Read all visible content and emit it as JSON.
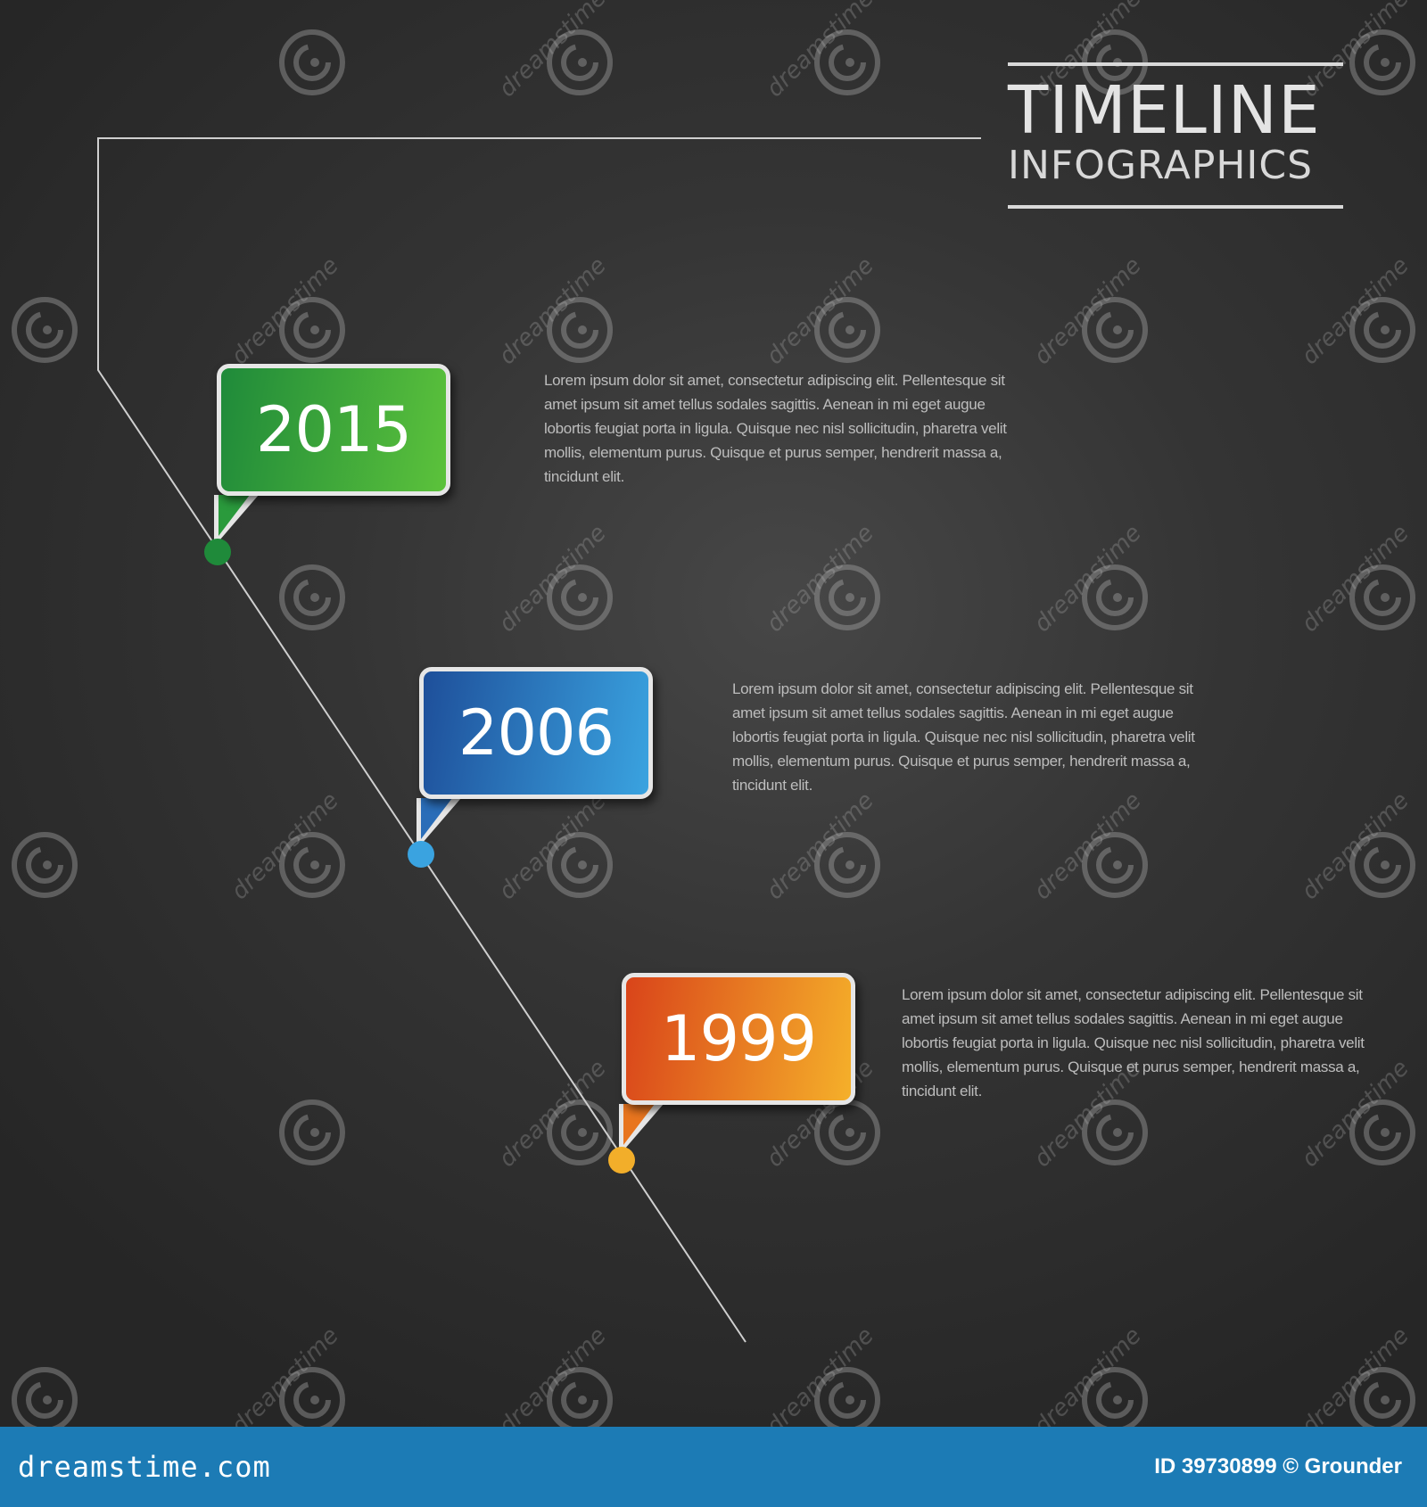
{
  "title": {
    "main": "TIMELINE",
    "sub": "INFOGRAPHICS"
  },
  "events": [
    {
      "year": "2015",
      "color_start": "#1f8a3a",
      "color_end": "#5cc23b",
      "dot": "#1f8a3a",
      "text": "Lorem ipsum dolor sit amet, consectetur adipiscing elit. Pellentesque sit amet ipsum sit amet tellus sodales sagittis. Aenean in mi eget augue lobortis feugiat porta in ligula. Quisque nec nisl sollicitudin, pharetra velit mollis, elementum purus. Quisque et purus semper, hendrerit massa a, tincidunt elit."
    },
    {
      "year": "2006",
      "color_start": "#1e4f9a",
      "color_end": "#3aa3e0",
      "dot": "#3aa3e0",
      "text": "Lorem ipsum dolor sit amet, consectetur adipiscing elit. Pellentesque sit amet ipsum sit amet tellus sodales sagittis. Aenean in mi eget augue lobortis feugiat porta in ligula. Quisque nec nisl sollicitudin, pharetra velit mollis, elementum purus. Quisque et purus semper, hendrerit massa a, tincidunt elit."
    },
    {
      "year": "1999",
      "color_start": "#d9441a",
      "color_end": "#f5b02a",
      "dot": "#f2ae2a",
      "text": "Lorem ipsum dolor sit amet, consectetur adipiscing elit. Pellentesque sit amet ipsum sit amet tellus sodales sagittis. Aenean in mi eget augue lobortis feugiat porta in ligula. Quisque nec nisl sollicitudin, pharetra velit mollis, elementum purus. Quisque et purus semper, hendrerit massa a, tincidunt elit."
    }
  ],
  "watermark": {
    "text": "dreamstime"
  },
  "footer": {
    "brand": "dreamstime.com",
    "credit": "ID 39730899 © Grounder"
  }
}
